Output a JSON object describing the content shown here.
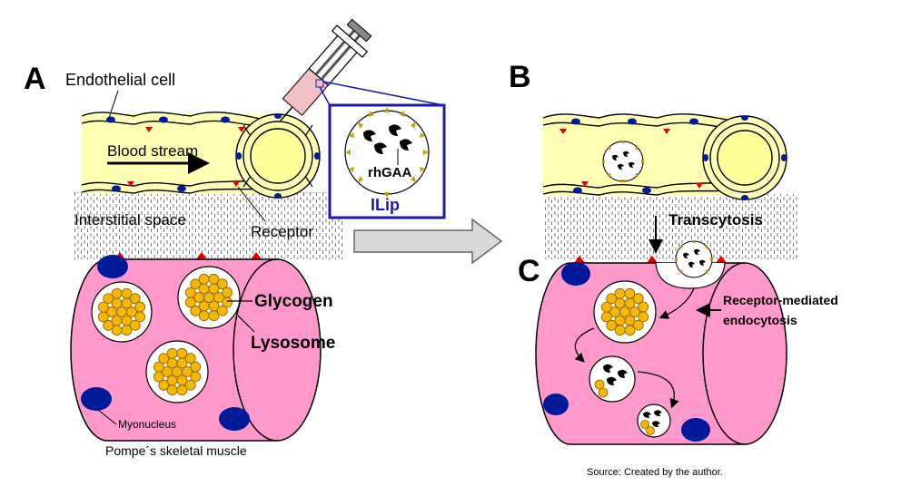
{
  "panels": {
    "a": "A",
    "b": "B",
    "c": "C"
  },
  "labels": {
    "endothelial_cell": "Endothelial cell",
    "blood_stream": "Blood stream",
    "interstitial_space": "Interstitial space",
    "receptor": "Receptor",
    "glycogen": "Glycogen",
    "lysosome": "Lysosome",
    "myonucleus": "Myonucleus",
    "muscle": "Pompe´s skeletal muscle",
    "rhgaa": "rhGAA",
    "ilip": "ILip",
    "transcytosis": "Transcytosis",
    "rme_line1": "Receptor-mediated",
    "rme_line2": "endocytosis"
  },
  "caption": "Source: Created by the author.",
  "colors": {
    "vessel": "#ffffb3",
    "muscle": "#ff99cc",
    "nucleus": "#001a99",
    "glycogen": "#f5b800",
    "receptor": "#e00000",
    "inset_border": "#1a1aaa",
    "ilip_text": "#1a1aaa",
    "spike": "#c8a000",
    "syringe": "#e05060"
  }
}
